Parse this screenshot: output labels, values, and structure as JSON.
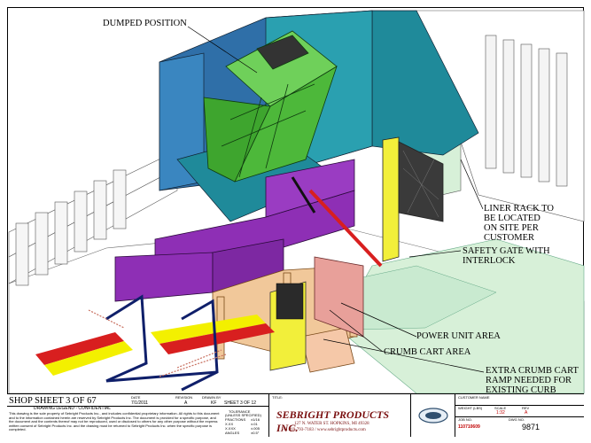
{
  "callouts": {
    "dumped_position": "DUMPED POSITION",
    "liner_rack": "LINER RACK TO\nBE LOCATED\nON SITE PER\nCUSTOMER",
    "safety_gate": "SAFETY GATE WITH\nINTERLOCK",
    "power_unit": "POWER UNIT AREA",
    "crumb_cart": "CRUMB CART AREA",
    "ramp": "EXTRA CRUMB CART\nRAMP NEEDED FOR\nEXISTING CURB"
  },
  "title_block": {
    "shop_sheet": "SHOP SHEET 3 OF 67",
    "date_label": "DATE",
    "date": "7/1/2011",
    "revision_label": "REVISION",
    "revision": "A",
    "drawn_label": "DRAWN BY",
    "drawn": "KF",
    "sheet_label": "SHEET 3 OF 12",
    "confidential": "DRAWING LEGEND - CONFIDENTIAL",
    "notice": "This drawing is the sole property of Sebright Products Inc., and includes confidential proprietary information. All rights to this document and to the information contained herein are reserved by Sebright Products Inc. The document is provided for a specific purpose, and the document and the contents thereof may not be reproduced, used or disclosed to others for any other purpose without the express written consent of Sebright Products Inc. and the drawing must be returned to Sebright Products Inc. when the specific purpose is completed.",
    "tolerance_heading": "TOLERANCE",
    "tolerance_sub": "(UNLESS SPECIFIED)",
    "tol_fractions": "FRACTIONS",
    "tol_xxx": "X.XX",
    "tol_xxxx": "X.XXX",
    "tol_angles": "ANGLES",
    "tol_fractions_val": "±1/16",
    "tol_xxx_val": "±.01",
    "tol_xxxx_val": "±.005",
    "tol_angles_val": "±0.5°",
    "title_label": "TITLE:",
    "company": "SEBRIGHT PRODUCTS INC.",
    "address": "127 N. WATER ST. HOPKINS, MI 49328",
    "phone": "PH 269-793-7183 / www.sebrightproducts.com",
    "customer_label": "CUSTOMER NAME",
    "weight_label": "WEIGHT (LBS)",
    "scale_label": "SCALE",
    "scale": "1:32",
    "rev_label": "REV",
    "rev": "A",
    "job_label": "JOB NO.",
    "job_no": "110710609",
    "dwg_label": "DWG NO.",
    "dwg_no": "9871"
  },
  "colors": {
    "building_teal": "#1f8a9a",
    "building_blue": "#2f6fa8",
    "hopper_green": "#4db83a",
    "frame_purple": "#8e2fb5",
    "stand_tan": "#f1c89a",
    "door_yellow": "#f2ef3a",
    "door_pink": "#e8a09a",
    "floor_green": "#d7f0d8",
    "rail_red": "#d81f1f",
    "rail_yellow": "#f3f000",
    "cart_blue": "#1d3aa8"
  }
}
